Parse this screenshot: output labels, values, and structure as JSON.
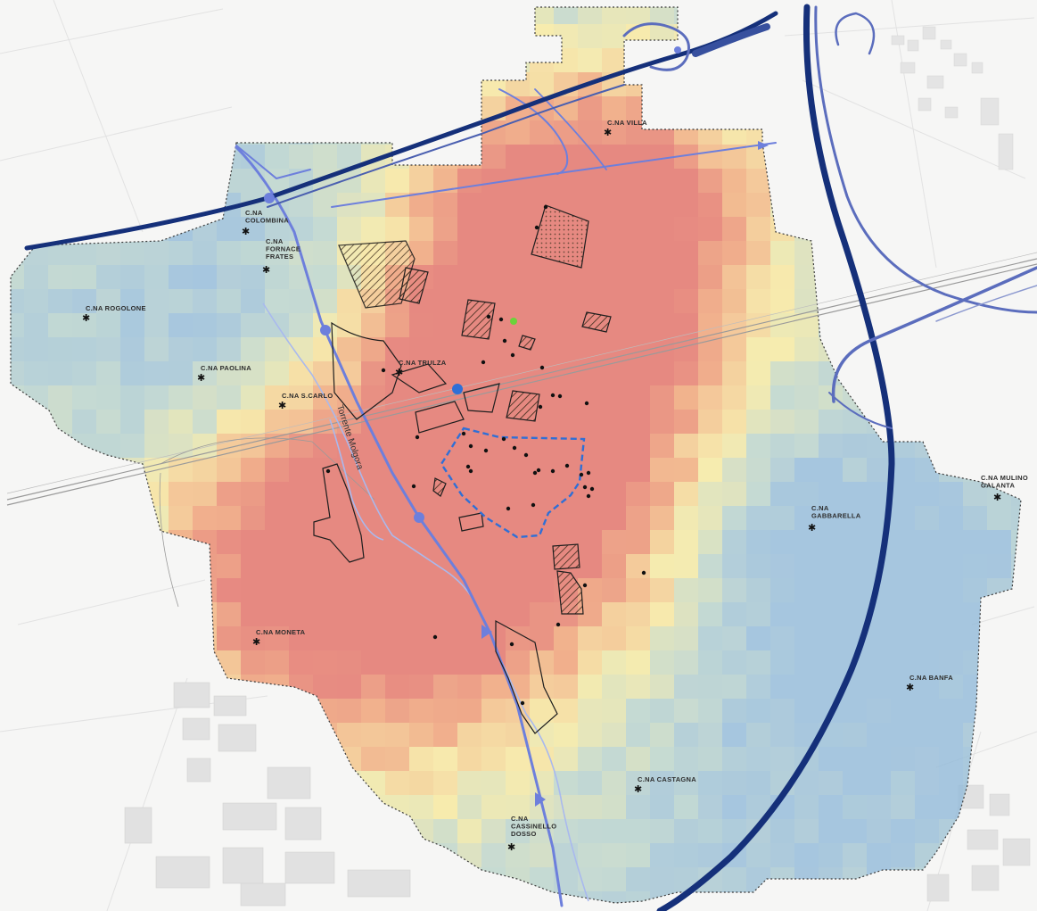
{
  "map": {
    "river_label": "Torrente Molgora",
    "places": [
      {
        "id": "villa",
        "lines": [
          "C.NA VILLA"
        ]
      },
      {
        "id": "colombina",
        "lines": [
          "C.NA",
          "COLOMBINA"
        ]
      },
      {
        "id": "fornace",
        "lines": [
          "C.NA",
          "FORNACE",
          "FRATES"
        ]
      },
      {
        "id": "rogolone",
        "lines": [
          "C.NA ROGOLONE"
        ]
      },
      {
        "id": "paolina",
        "lines": [
          "C.NA PAOLINA"
        ]
      },
      {
        "id": "trulza",
        "lines": [
          "C.NA TRULZA"
        ]
      },
      {
        "id": "scarlo",
        "lines": [
          "C.NA S.CARLO"
        ]
      },
      {
        "id": "mulino",
        "lines": [
          "C.NA MULINO",
          "GALANTA"
        ]
      },
      {
        "id": "gabbarella",
        "lines": [
          "C.NA",
          "GABBARELLA"
        ]
      },
      {
        "id": "moneta",
        "lines": [
          "C.NA MONETA"
        ]
      },
      {
        "id": "banfa",
        "lines": [
          "C.NA BANFA"
        ]
      },
      {
        "id": "castagna",
        "lines": [
          "C.NA CASTAGNA"
        ]
      },
      {
        "id": "cassinello",
        "lines": [
          "C.NA",
          "CASSINELLO",
          "DOSSO"
        ]
      }
    ],
    "colors": {
      "heat_low": "#b9d3c8",
      "heat_mid": "#f7e99a",
      "heat_high": "#f0a070",
      "heat_peak": "#e26a60",
      "highway": "#15307a",
      "road": "#6d7fdc",
      "historic_center": "#2f6fd6"
    }
  }
}
